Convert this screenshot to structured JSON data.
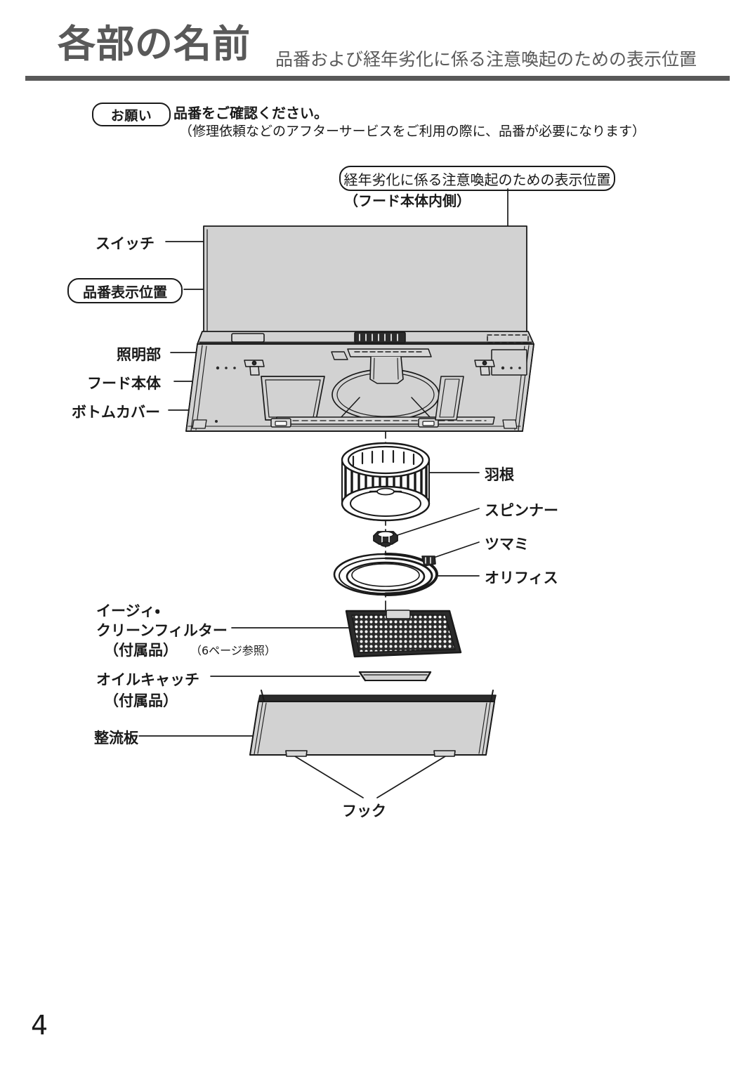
{
  "header": {
    "title": "各部の名前",
    "subtitle": "品番および経年劣化に係る注意喚起のための表示位置",
    "rule_color": "#595959",
    "title_color": "#595959"
  },
  "notice": {
    "badge": "お願い",
    "line1": "品番をご確認ください。",
    "line2": "（修理依頼などのアフターサービスをご利用の際に、品番が必要になります）"
  },
  "callout": {
    "boxed_text": "経年劣化に係る注意喚起のための表示位置",
    "sub_text": "（フード本体内側）"
  },
  "labels_left": [
    {
      "key": "switch",
      "text": "スイッチ",
      "boxed": false
    },
    {
      "key": "model-number",
      "text": "品番表示位置",
      "boxed": true
    },
    {
      "key": "light",
      "text": "照明部",
      "boxed": false
    },
    {
      "key": "hood-body",
      "text": "フード本体",
      "boxed": false
    },
    {
      "key": "bottom-cover",
      "text": "ボトムカバー",
      "boxed": false
    }
  ],
  "labels_right": [
    {
      "key": "fan-blade",
      "text": "羽根"
    },
    {
      "key": "spinner",
      "text": "スピンナー"
    },
    {
      "key": "knob",
      "text": "ツマミ"
    },
    {
      "key": "orifice",
      "text": "オリフィス"
    }
  ],
  "labels_lower": {
    "filter_line1": "イージィ・",
    "filter_line2": "クリーンフィルター",
    "filter_line3": "（付属品）",
    "filter_ref": "（6ページ参照）",
    "oilcatch_line1": "オイルキャッチ",
    "oilcatch_line2": "（付属品）",
    "rectifier": "整流板",
    "hook": "フック"
  },
  "page": {
    "number": "4"
  },
  "colors": {
    "body_fill": "#d2d2d2",
    "body_fill_light": "#dcdcdc",
    "outline": "#1a1a1a",
    "dark": "#2b2b2b",
    "leader": "#1a1a1a"
  }
}
